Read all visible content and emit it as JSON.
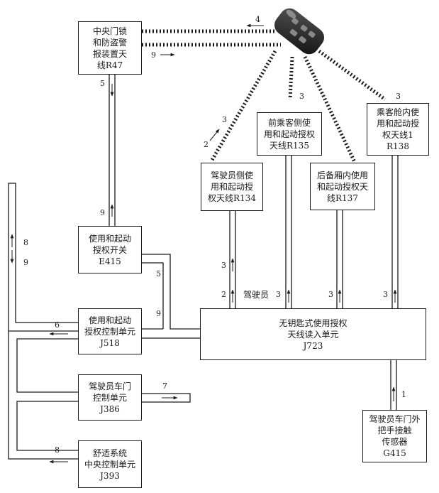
{
  "boxes": {
    "r47": {
      "lines": [
        "中央门锁",
        "和防盗警",
        "报装置天",
        "线R47"
      ]
    },
    "r135": {
      "lines": [
        "前乘客侧使",
        "用和起动授权",
        "天线R135"
      ]
    },
    "r138": {
      "lines": [
        "乘客舱内使",
        "用和起动授",
        "权天线1",
        "R138"
      ]
    },
    "r134": {
      "lines": [
        "驾驶员侧使",
        "用和起动授",
        "权天线R134"
      ]
    },
    "r137": {
      "lines": [
        "后备厢内使用",
        "和起动授权天",
        "线R137"
      ]
    },
    "e415": {
      "lines": [
        "使用和起动",
        "授权开关",
        "E415"
      ]
    },
    "j518": {
      "lines": [
        "使用和起动",
        "授权控制单元",
        "J518"
      ]
    },
    "j723": {
      "lines": [
        "无钥匙式使用授权",
        "天线读入单元",
        "J723"
      ]
    },
    "j386": {
      "lines": [
        "驾驶员车门",
        "控制单元",
        "J386"
      ]
    },
    "j393": {
      "lines": [
        "舒适系统",
        "中央控制单元",
        "J393"
      ]
    },
    "g415": {
      "lines": [
        "驾驶员车门外",
        "把手接触",
        "传感器",
        "G415"
      ]
    }
  },
  "labels": {
    "n4": "4",
    "n9a": "9",
    "n5a": "5",
    "n9b": "9",
    "n3_135": "3",
    "n3_138": "3",
    "n3_134": "3",
    "n2_134": "2",
    "n8": "8",
    "n9c": "9",
    "n5b": "5",
    "n9d": "9",
    "n6": "6",
    "n3v_134": "3",
    "n2v_134": "2",
    "driver": "驾驶员",
    "n3v_135": "3",
    "n3v_137": "3",
    "n3v_138": "3",
    "n7": "7",
    "n8b": "8",
    "n1": "1"
  },
  "colors": {
    "line": "#1a1a1a",
    "background": "#ffffff"
  },
  "icons": {
    "key_fob": "car-key-fob-icon"
  }
}
